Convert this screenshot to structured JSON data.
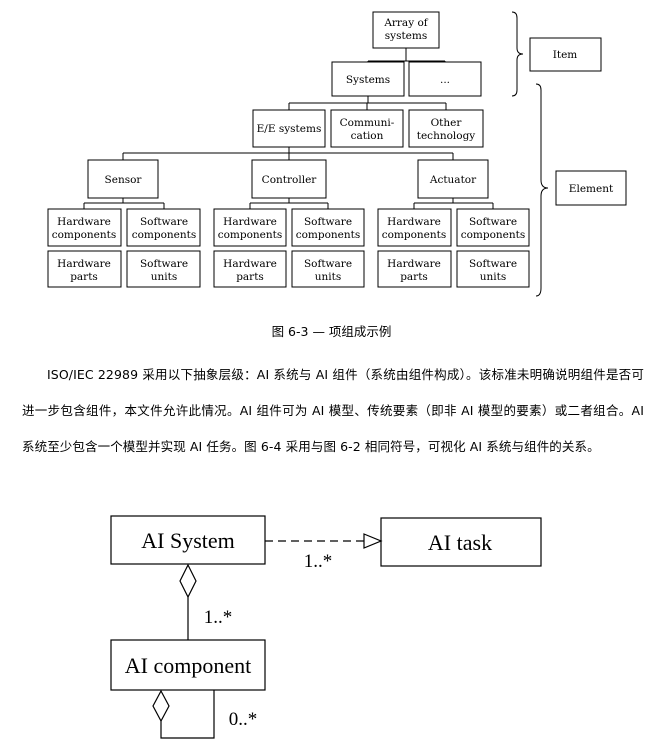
{
  "hierarchy": {
    "level1": "Array of systems",
    "level2": [
      "Systems",
      "..."
    ],
    "level3": [
      "E/E systems",
      "Communi-cation",
      "Other technology"
    ],
    "level4": [
      "Sensor",
      "Controller",
      "Actuator"
    ],
    "level5_hw": "Hardware components",
    "level5_sw": "Software components",
    "level6_hw": "Hardware parts",
    "level6_sw": "Software units",
    "brace_item": "Item",
    "brace_element": "Element"
  },
  "caption": "图 6-3 — 项组成示例",
  "paragraph": "ISO/IEC 22989 采用以下抽象层级：AI 系统与 AI 组件（系统由组件构成）。该标准未明确说明组件是否可进一步包含组件，本文件允许此情况。AI 组件可为 AI 模型、传统要素（即非 AI 模型的要素）或二者组合。AI 系统至少包含一个模型并实现 AI 任务。图 6-4 采用与图 6-2 相同符号，可视化 AI 系统与组件的关系。",
  "uml": {
    "system": "AI System",
    "task": "AI task",
    "component": "AI component",
    "mult_task": "1..*",
    "mult_comp": "1..*",
    "mult_self": "0..*"
  }
}
